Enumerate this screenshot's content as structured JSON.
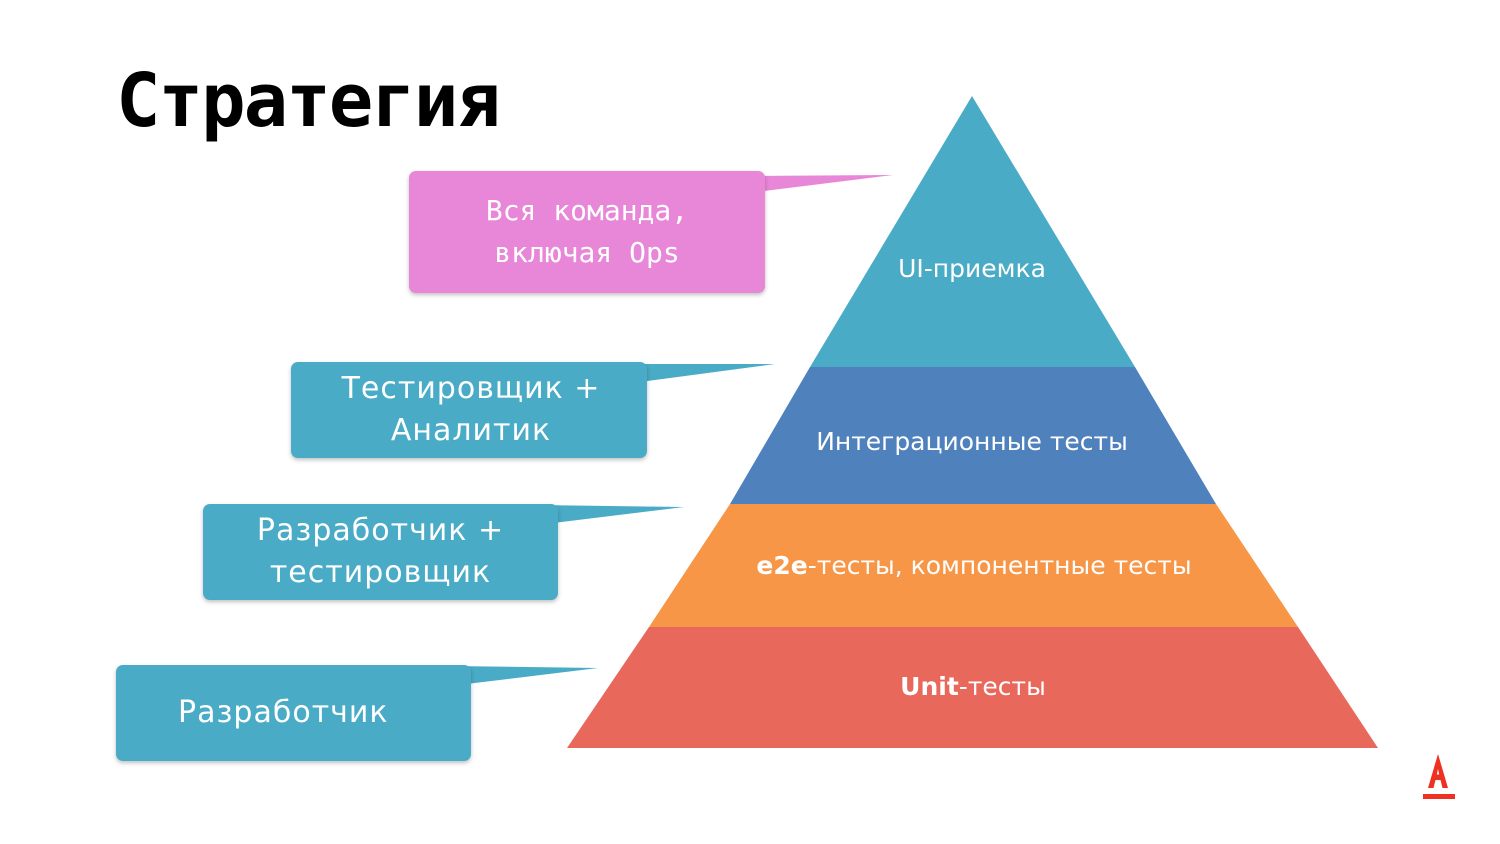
{
  "title": "Стратегия",
  "colors": {
    "pink": "#E886D8",
    "teal": "#4AABC6",
    "blue": "#4F81BD",
    "orange": "#F79646",
    "red": "#E8685C",
    "logo_red": "#EF3124"
  },
  "pyramid": {
    "tiers": [
      {
        "label": "UI-приемка",
        "bold_part": "",
        "rest": "UI-приемка",
        "color": "#4AABC6"
      },
      {
        "label": "Интеграционные тесты",
        "bold_part": "",
        "rest": "Интеграционные тесты",
        "color": "#4F81BD"
      },
      {
        "label": "e2e-тесты, компонентные тесты",
        "bold_part": "e2e",
        "rest": "-тесты, компонентные тесты",
        "color": "#F79646"
      },
      {
        "label": "Unit-тесты",
        "bold_part": "Unit",
        "rest": "-тесты",
        "color": "#E8685C"
      }
    ]
  },
  "callouts": [
    {
      "text": "Вся команда,\nвключая Ops",
      "color": "#E886D8"
    },
    {
      "text": "Тестировщик +\nАналитик",
      "color": "#4AABC6"
    },
    {
      "text": "Разработчик +\nтестировщик",
      "color": "#4AABC6"
    },
    {
      "text": "Разработчик",
      "color": "#4AABC6"
    }
  ],
  "logo": {
    "icon": "alfa-bank-logo-icon"
  }
}
